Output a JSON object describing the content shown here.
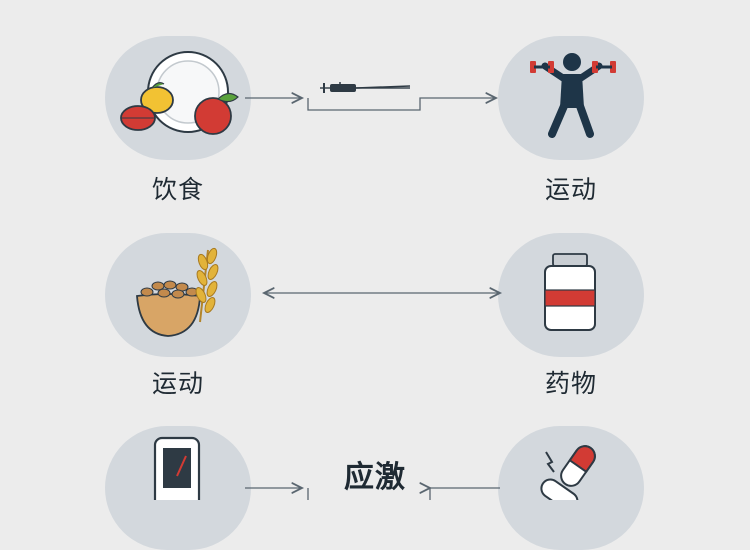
{
  "nodes": [
    {
      "id": "diet",
      "label": "饮食",
      "icon": "fruit-plate-icon"
    },
    {
      "id": "exercise-top",
      "label": "运动",
      "icon": "weightlifter-icon"
    },
    {
      "id": "exercise-mid",
      "label": "运动",
      "icon": "grain-bowl-icon"
    },
    {
      "id": "medicine",
      "label": "药物",
      "icon": "medicine-bottle-icon"
    },
    {
      "id": "glucose-meter",
      "label": "",
      "icon": "glucose-meter-icon"
    },
    {
      "id": "pills",
      "label": "",
      "icon": "capsule-pills-icon"
    }
  ],
  "center": {
    "label": "应激"
  },
  "colors": {
    "background": "#ececec",
    "circle": "#d3d8dd",
    "text": "#1f2a33",
    "line": "#5a6670",
    "accent_red": "#d23b34",
    "grain": "#e2b33a"
  }
}
